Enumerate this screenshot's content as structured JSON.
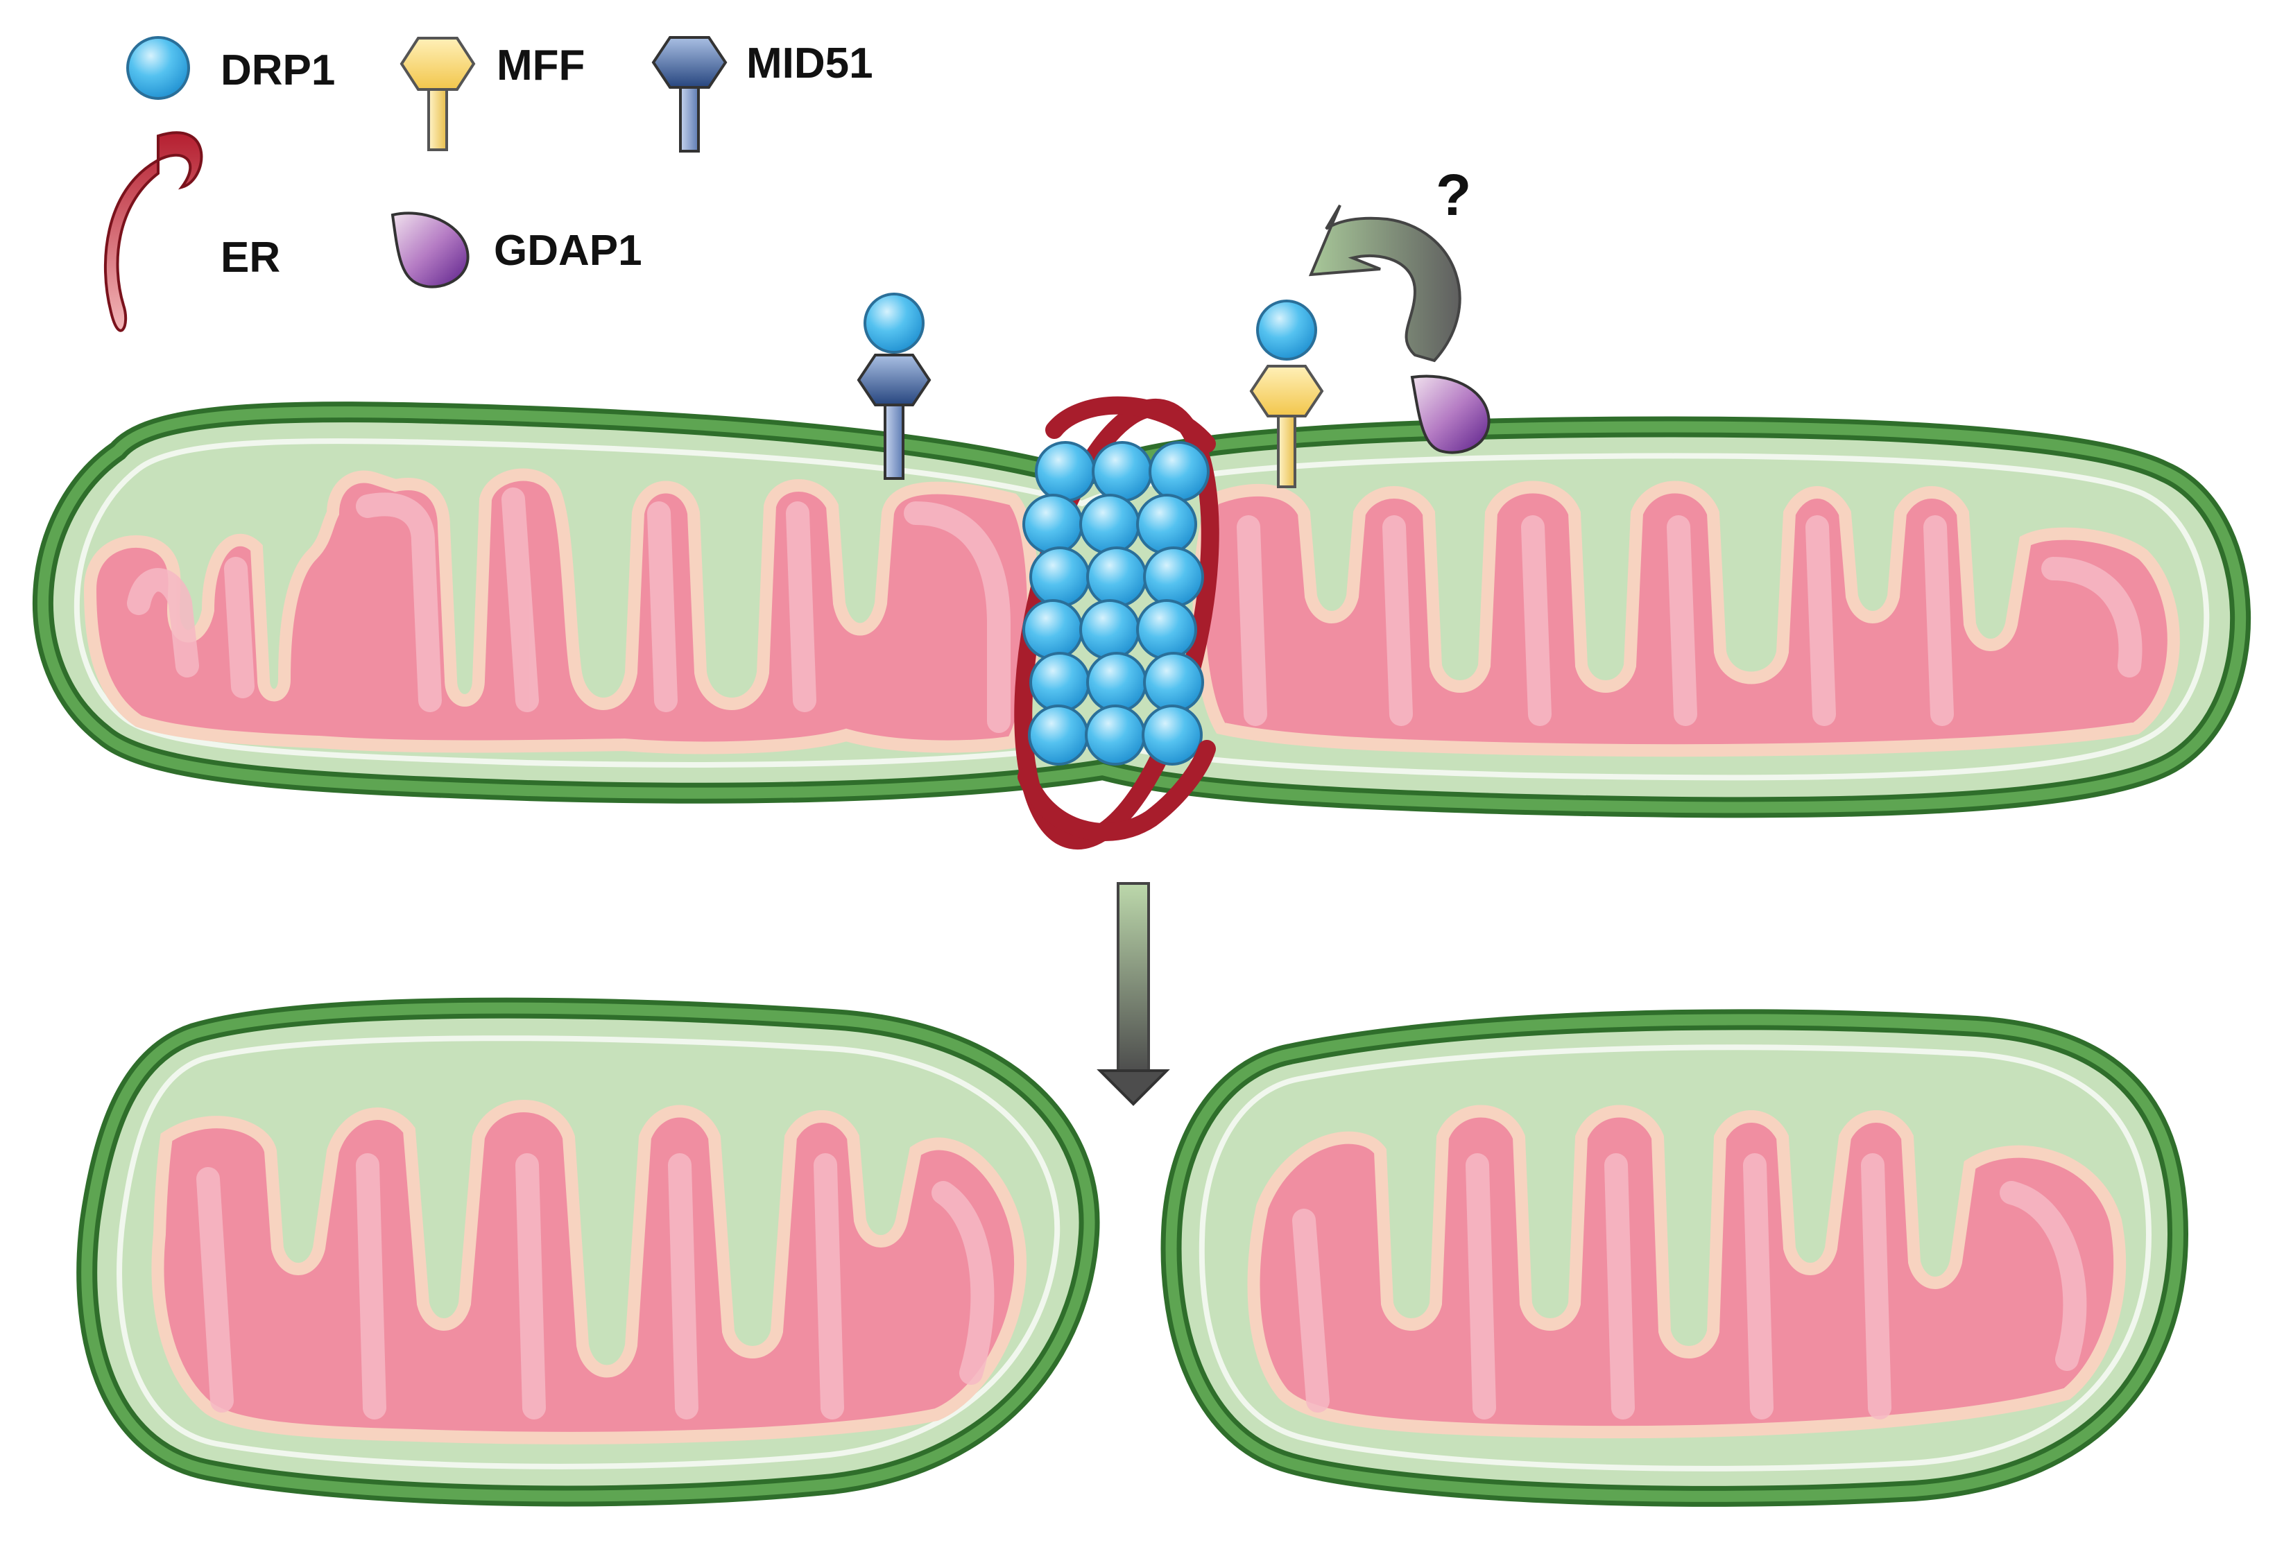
{
  "legend": {
    "drp1": "DRP1",
    "mff": "MFF",
    "mid51": "MID51",
    "er": "ER",
    "gdap1": "GDAP1"
  },
  "question_mark": "?",
  "colors": {
    "outer_membrane": "#5aa650",
    "outer_membrane_dark": "#3f8a3a",
    "intermembrane": "#c4dfb8",
    "inner_membrane": "#f7d6c4",
    "matrix": "#f08ca0",
    "matrix_light": "#f6b3c0",
    "drp1": "#3fb4ec",
    "drp1_light": "#bfe9fb",
    "mff": "#f6d36a",
    "mid51": "#3e5f9c",
    "er": "#b21f2d",
    "gdap1": "#7a3fa0",
    "arrow_gray": "#6f6f6f",
    "arrow_green": "#a9c89a"
  }
}
